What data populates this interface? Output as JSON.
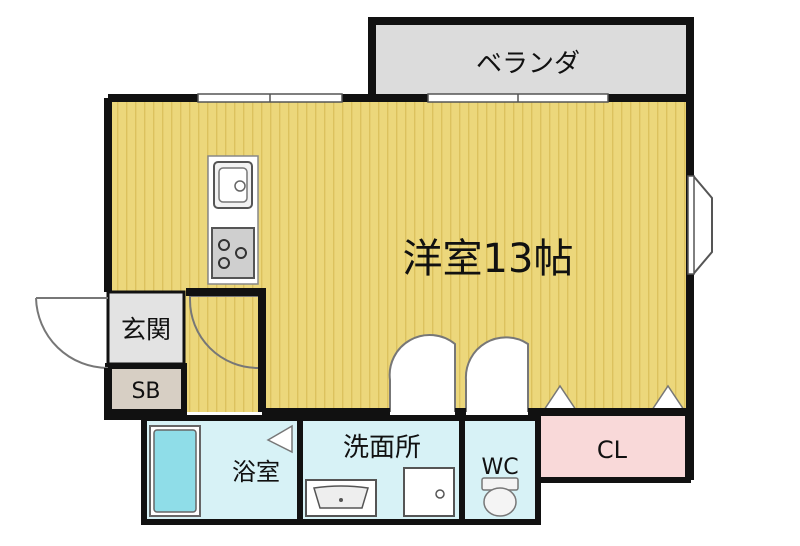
{
  "rooms": {
    "veranda": "ベランダ",
    "western_room": "洋室13帖",
    "entrance": "玄関",
    "shoe_box": "SB",
    "bathroom": "浴室",
    "washroom": "洗面所",
    "toilet": "WC",
    "closet": "CL"
  },
  "colors": {
    "wall": "#111111",
    "floor": "#ecd77b",
    "floor_stripe": "#dcc25e",
    "wet_area": "#d7f2f6",
    "veranda": "#dcdcdc",
    "closet": "#f9d9d9",
    "entrance": "#e3e3e3",
    "shoe_box": "#d7cfc4",
    "bathtub": "#8fdde8",
    "fixture": "#f4f4f4"
  },
  "icons": [
    "sink-icon",
    "stove-icon",
    "bathtub-icon",
    "washbasin-icon",
    "washing-machine-icon",
    "toilet-icon"
  ]
}
